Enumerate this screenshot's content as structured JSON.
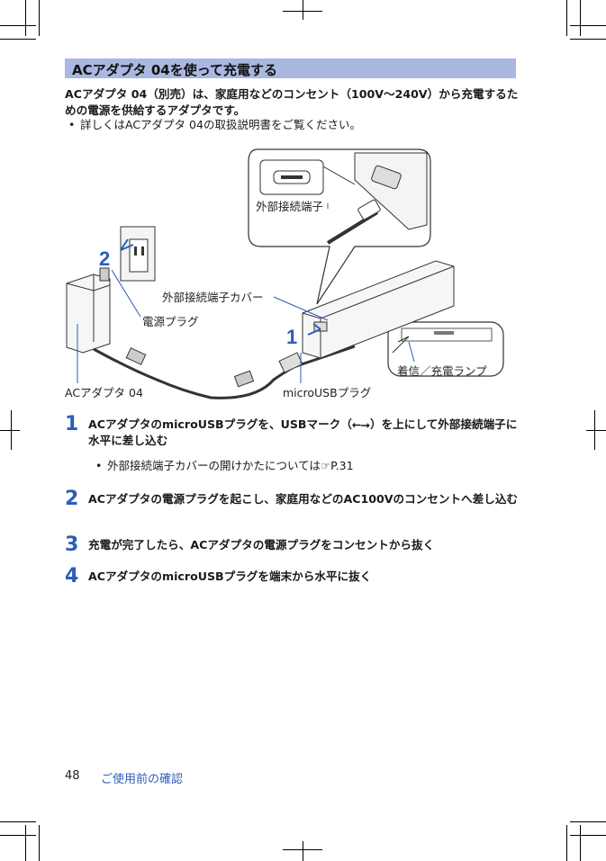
{
  "heading": {
    "title": "ACアダプタ 04を使って充電する"
  },
  "intro": {
    "text": "ACアダプタ 04（別売）は、家庭用などのコンセント（100V〜240V）から充電するための電源を供給するアダプタです。",
    "bullet": "詳しくはACアダプタ 04の取扱説明書をご覧ください。"
  },
  "figure": {
    "labels": {
      "external_port": "外部接続端子",
      "port_cover": "外部接続端子カバー",
      "power_plug": "電源プラグ",
      "adapter": "ACアダプタ 04",
      "micro_usb": "microUSBプラグ",
      "charge_lamp": "着信／充電ランプ"
    },
    "callouts": {
      "one": "1",
      "two": "2"
    }
  },
  "steps": [
    {
      "num": "1",
      "text": "ACアダプタのmicroUSBプラグを、USBマーク（⭠⭢）を上にして外部接続端子に水平に差し込む",
      "bullet": "外部接続端子カバーの開けかたについては☞P.31"
    },
    {
      "num": "2",
      "text": "ACアダプタの電源プラグを起こし、家庭用などのAC100Vのコンセントへ差し込む"
    },
    {
      "num": "3",
      "text": "充電が完了したら、ACアダプタの電源プラグをコンセントから抜く"
    },
    {
      "num": "4",
      "text": "ACアダプタのmicroUSBプラグを端末から水平に抜く"
    }
  ],
  "footer": {
    "page": "48",
    "section": "ご使用前の確認"
  }
}
